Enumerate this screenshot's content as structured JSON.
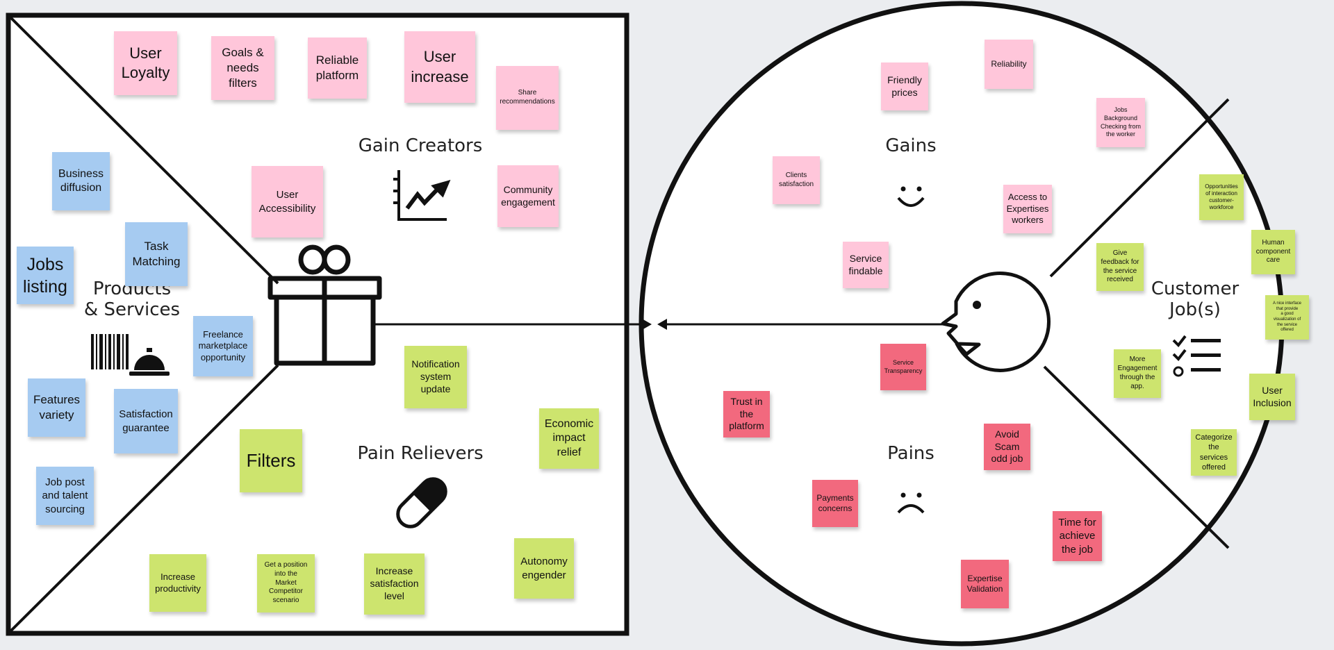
{
  "colors": {
    "pink": "#ffc6da",
    "blue": "#a6cbf1",
    "green": "#cde46e",
    "red": "#f2697e",
    "line": "#111111",
    "background": "#ebedf0"
  },
  "value_proposition": {
    "headings": {
      "gain_creators": "Gain Creators",
      "products_services": "Products\n& Services",
      "pain_relievers": "Pain Relievers"
    },
    "gain_creators": [
      "User\nLoyalty",
      "Goals &\nneeds\nfilters",
      "Reliable\nplatform",
      "User\nincrease",
      "Share\nrecommendations",
      "User\nAccessibility",
      "Community\nengagement"
    ],
    "products_services": [
      "Business\ndiffusion",
      "Task\nMatching",
      "Jobs\nlisting",
      "Freelance\nmarketplace\nopportunity",
      "Features\nvariety",
      "Satisfaction\nguarantee",
      "Job post\nand talent\nsourcing"
    ],
    "pain_relievers": [
      "Notification\nsystem\nupdate",
      "Economic\nimpact\nrelief",
      "Filters",
      "Autonomy\nengender",
      "Increase\nproductivity",
      "Get a position\ninto the\nMarket\nCompetitor\nscenario",
      "Increase\nsatisfaction\nlevel"
    ]
  },
  "customer_profile": {
    "headings": {
      "gains": "Gains",
      "pains": "Pains",
      "customer_jobs": "Customer\nJob(s)"
    },
    "gains": [
      "Friendly\nprices",
      "Reliability",
      "Jobs\nBackground\nChecking from\nthe worker",
      "Clients\nsatisfaction",
      "Access to\nExpertises\nworkers",
      "Service\nfindable"
    ],
    "pains": [
      "Service\nTransparency",
      "Trust in\nthe\nplatform",
      "Avoid\nScam\nodd job",
      "Payments\nconcerns",
      "Time for\nachieve\nthe job",
      "Expertise\nValidation"
    ],
    "customer_jobs": [
      "Opportunities\nof interaction\ncustomer-\nworkforce",
      "Human\ncomponent\ncare",
      "Give\nfeedback for\nthe service\nreceived",
      "A nice interface\nthat provide\na good\nvisualization of\nthe service\noffered",
      "More\nEngagement\nthrough the\napp.",
      "User\nInclusion",
      "Categorize\nthe services\noffered"
    ]
  },
  "icons": [
    "trend-chart-icon",
    "gift-icon",
    "barcode-icon",
    "service-bell-icon",
    "pill-icon",
    "smile-icon",
    "frown-icon",
    "checklist-icon",
    "face-profile-icon",
    "arrow-icon"
  ]
}
